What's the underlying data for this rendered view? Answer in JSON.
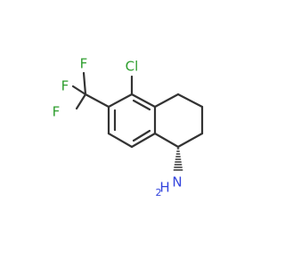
{
  "colors": {
    "bond": "#333333",
    "chlorine": "#2e9e2e",
    "fluorine": "#2e9e2e",
    "nitrogen": "#3344dd"
  },
  "atoms": {
    "chlorine": "Cl",
    "fluorine_1": "F",
    "fluorine_2": "F",
    "fluorine_3": "F",
    "amine_n": "N",
    "amine_h2": "H",
    "amine_sub": "2"
  },
  "stereo": "wedged-hash"
}
